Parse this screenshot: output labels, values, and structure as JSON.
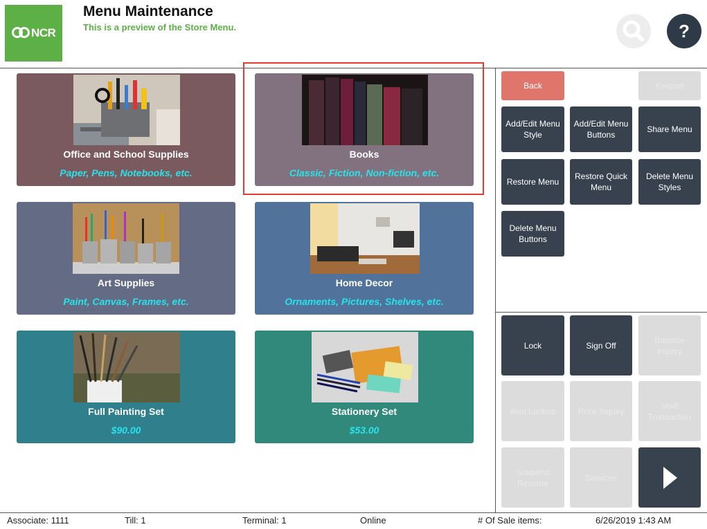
{
  "header": {
    "logo_text": "NCR",
    "title": "Menu Maintenance",
    "subtitle": "This is a preview of the Store Menu.",
    "help_label": "?"
  },
  "tiles": [
    {
      "name": "Office and School Supplies",
      "desc": "Paper, Pens, Notebooks, etc.",
      "color": "#7a5a5e"
    },
    {
      "name": "Books",
      "desc": "Classic, Fiction, Non-fiction, etc.",
      "color": "#82727f"
    },
    {
      "name": "Art Supplies",
      "desc": "Paint, Canvas, Frames, etc.",
      "color": "#646b84"
    },
    {
      "name": "Home Decor",
      "desc": "Ornaments, Pictures, Shelves, etc.",
      "color": "#51729a"
    },
    {
      "name": "Full Painting Set",
      "desc": "$90.00",
      "color": "#2f7f8c"
    },
    {
      "name": "Stationery Set",
      "desc": "$53.00",
      "color": "#30897b"
    }
  ],
  "actions": {
    "back": "Back",
    "keypad": "Keypad",
    "add_edit_menu_style": "Add/Edit Menu Style",
    "add_edit_menu_buttons": "Add/Edit Menu Buttons",
    "share_menu": "Share Menu",
    "restore_menu": "Restore Menu",
    "restore_quick_menu": "Restore Quick Menu",
    "delete_menu_styles": "Delete Menu Styles",
    "delete_menu_buttons": "Delete Menu Buttons"
  },
  "functions": {
    "lock": "Lock",
    "sign_off": "Sign Off",
    "balance_inquiry": "Balance Inquiry",
    "item_lookup": "Item Lookup",
    "price_inquiry": "Price Inquiry",
    "void_transaction": "Void Transaction",
    "suspend_resume": "Suspend Resume",
    "services": "Services"
  },
  "status": {
    "associate": "Associate: 1111",
    "till": "Till: 1",
    "terminal": "Terminal: 1",
    "online": "Online",
    "sale_items": "# Of Sale items:",
    "datetime": "6/26/2019 1:43 AM"
  },
  "colors": {
    "brand_green": "#5cb046",
    "button_dark": "#38424f",
    "back_button": "#e0756c",
    "tile_desc": "#27e3ec",
    "highlight": "#e53935"
  }
}
